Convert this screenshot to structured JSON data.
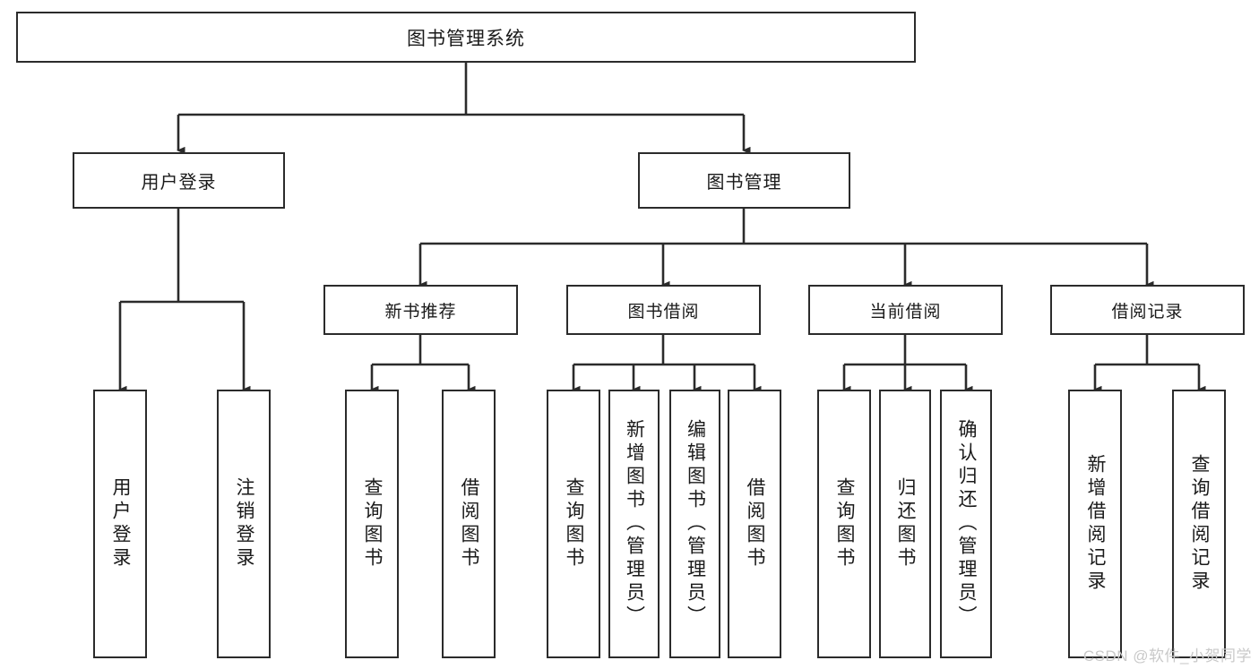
{
  "diagram": {
    "title": "图书管理系统",
    "type": "tree-hierarchy",
    "background_color": "#ffffff",
    "line_color": "#2b2b2b",
    "text_color": "#1a1a1a"
  },
  "nodes": {
    "root": {
      "label": "图书管理系统"
    },
    "level1": [
      {
        "id": "user-login",
        "label": "用户登录"
      },
      {
        "id": "book-manage",
        "label": "图书管理"
      }
    ],
    "level2": [
      {
        "id": "new-book-rec",
        "label": "新书推荐"
      },
      {
        "id": "book-borrow",
        "label": "图书借阅"
      },
      {
        "id": "current-borrow",
        "label": "当前借阅"
      },
      {
        "id": "borrow-record",
        "label": "借阅记录"
      }
    ],
    "leaves": {
      "user_login": [
        {
          "id": "leaf-user-login",
          "label": "用户登录"
        },
        {
          "id": "leaf-logout-login",
          "label": "注销登录"
        }
      ],
      "new_book_rec": [
        {
          "id": "leaf-query-book-1",
          "label": "查询图书"
        },
        {
          "id": "leaf-borrow-book-1",
          "label": "借阅图书"
        }
      ],
      "book_borrow": [
        {
          "id": "leaf-query-book-2",
          "label": "查询图书"
        },
        {
          "id": "leaf-add-book",
          "label": "新增图书（管理员）"
        },
        {
          "id": "leaf-edit-book",
          "label": "编辑图书（管理员）"
        },
        {
          "id": "leaf-borrow-book-2",
          "label": "借阅图书"
        }
      ],
      "current_borrow": [
        {
          "id": "leaf-query-book-3",
          "label": "查询图书"
        },
        {
          "id": "leaf-return-book",
          "label": "归还图书"
        },
        {
          "id": "leaf-confirm-return",
          "label": "确认归还（管理员）"
        }
      ],
      "borrow_record": [
        {
          "id": "leaf-add-record",
          "label": "新增借阅记录"
        },
        {
          "id": "leaf-query-record",
          "label": "查询借阅记录"
        }
      ]
    }
  },
  "watermark": {
    "text": "CSDN @软件_小贺同学"
  }
}
